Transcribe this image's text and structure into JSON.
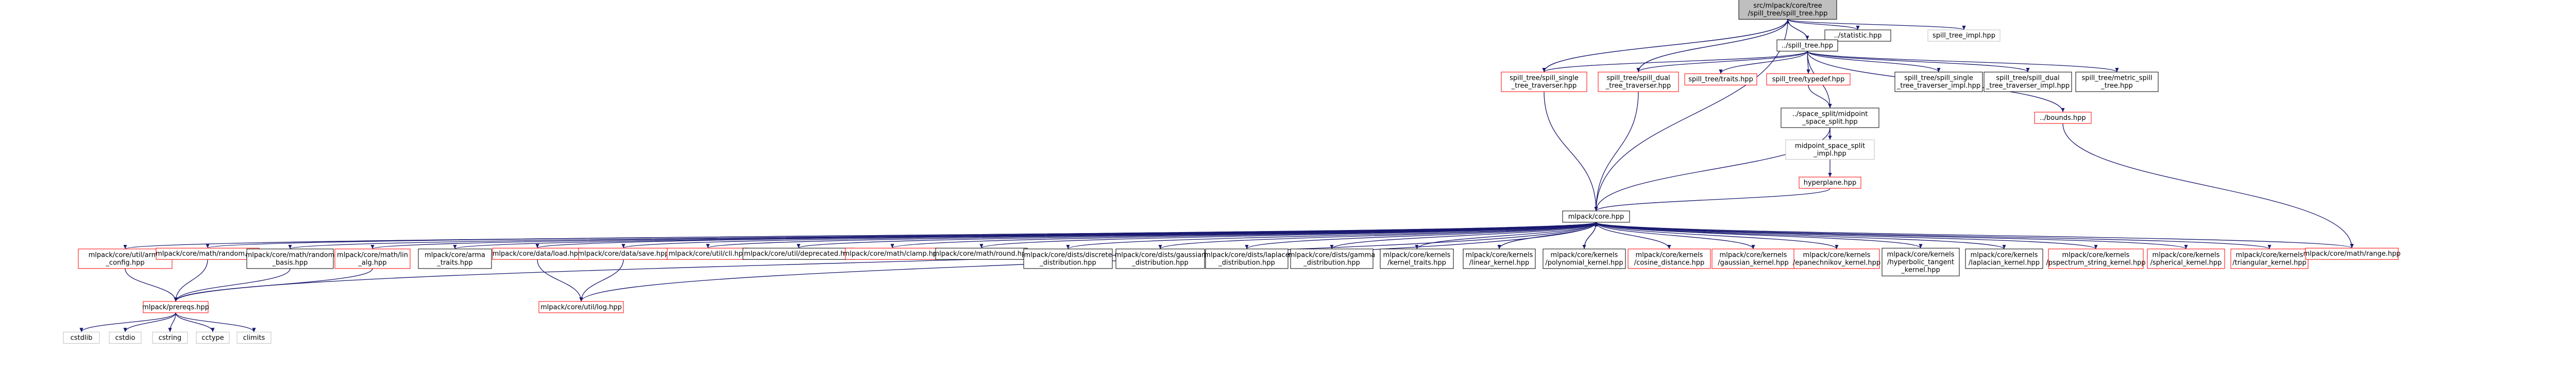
{
  "colors": {
    "edge": "#191970",
    "root_fill": "#bfbfbf",
    "doc_border": "#000000",
    "nodoc_border": "#ff0000",
    "system_border": "#bfbfbf",
    "node_fill": "#ffffff"
  },
  "nodes": [
    {
      "id": "root",
      "label": [
        "src/mlpack/core/tree",
        "/spill_tree/spill_tree.hpp"
      ],
      "kind": "root"
    },
    {
      "id": "statistic",
      "label": [
        "../statistic.hpp"
      ],
      "kind": "doc"
    },
    {
      "id": "spill_tree_impl",
      "label": [
        "spill_tree_impl.hpp"
      ],
      "kind": "system"
    },
    {
      "id": "spill_tree_hpp",
      "label": [
        "../spill_tree.hpp"
      ],
      "kind": "doc"
    },
    {
      "id": "single_trav",
      "label": [
        "spill_tree/spill_single",
        "_tree_traverser.hpp"
      ],
      "kind": "nodoc"
    },
    {
      "id": "dual_trav",
      "label": [
        "spill_tree/spill_dual",
        "_tree_traverser.hpp"
      ],
      "kind": "nodoc"
    },
    {
      "id": "traits",
      "label": [
        "spill_tree/traits.hpp"
      ],
      "kind": "nodoc"
    },
    {
      "id": "typedef",
      "label": [
        "spill_tree/typedef.hpp"
      ],
      "kind": "nodoc"
    },
    {
      "id": "single_trav_impl",
      "label": [
        "spill_tree/spill_single",
        "_tree_traverser_impl.hpp"
      ],
      "kind": "doc"
    },
    {
      "id": "dual_trav_impl",
      "label": [
        "spill_tree/spill_dual",
        "_tree_traverser_impl.hpp"
      ],
      "kind": "doc"
    },
    {
      "id": "metric_tree",
      "label": [
        "spill_tree/metric_spill",
        "_tree.hpp"
      ],
      "kind": "doc"
    },
    {
      "id": "midpoint",
      "label": [
        "../space_split/midpoint",
        "_space_split.hpp"
      ],
      "kind": "doc"
    },
    {
      "id": "bounds",
      "label": [
        "../bounds.hpp"
      ],
      "kind": "nodoc"
    },
    {
      "id": "midpoint_impl",
      "label": [
        "midpoint_space_split",
        "_impl.hpp"
      ],
      "kind": "system"
    },
    {
      "id": "hyperplane",
      "label": [
        "hyperplane.hpp"
      ],
      "kind": "nodoc"
    },
    {
      "id": "core",
      "label": [
        "mlpack/core.hpp"
      ],
      "kind": "doc"
    },
    {
      "id": "arma_conf",
      "label": [
        "mlpack/core/util/arma",
        "_config.hpp"
      ],
      "kind": "nodoc"
    },
    {
      "id": "random",
      "label": [
        "mlpack/core/math/random.hpp"
      ],
      "kind": "nodoc"
    },
    {
      "id": "random_basis",
      "label": [
        "mlpack/core/math/random",
        "_basis.hpp"
      ],
      "kind": "doc"
    },
    {
      "id": "lin_alg",
      "label": [
        "mlpack/core/math/lin",
        "_alg.hpp"
      ],
      "kind": "nodoc"
    },
    {
      "id": "arma_traits",
      "label": [
        "mlpack/core/arma",
        "_traits.hpp"
      ],
      "kind": "doc"
    },
    {
      "id": "load",
      "label": [
        "mlpack/core/data/load.hpp"
      ],
      "kind": "nodoc"
    },
    {
      "id": "save",
      "label": [
        "mlpack/core/data/save.hpp"
      ],
      "kind": "nodoc"
    },
    {
      "id": "cli",
      "label": [
        "mlpack/core/util/cli.hpp"
      ],
      "kind": "nodoc"
    },
    {
      "id": "deprecated",
      "label": [
        "mlpack/core/util/deprecated.hpp"
      ],
      "kind": "doc"
    },
    {
      "id": "clamp",
      "label": [
        "mlpack/core/math/clamp.hpp"
      ],
      "kind": "nodoc"
    },
    {
      "id": "round",
      "label": [
        "mlpack/core/math/round.hpp"
      ],
      "kind": "doc"
    },
    {
      "id": "discrete",
      "label": [
        "mlpack/core/dists/discrete",
        "_distribution.hpp"
      ],
      "kind": "doc"
    },
    {
      "id": "gaussian_d",
      "label": [
        "mlpack/core/dists/gaussian",
        "_distribution.hpp"
      ],
      "kind": "doc"
    },
    {
      "id": "laplace",
      "label": [
        "mlpack/core/dists/laplace",
        "_distribution.hpp"
      ],
      "kind": "doc"
    },
    {
      "id": "gamma",
      "label": [
        "mlpack/core/dists/gamma",
        "_distribution.hpp"
      ],
      "kind": "doc"
    },
    {
      "id": "kernel_traits",
      "label": [
        "mlpack/core/kernels",
        "/kernel_traits.hpp"
      ],
      "kind": "doc"
    },
    {
      "id": "linear",
      "label": [
        "mlpack/core/kernels",
        "/linear_kernel.hpp"
      ],
      "kind": "doc"
    },
    {
      "id": "polynomial",
      "label": [
        "mlpack/core/kernels",
        "/polynomial_kernel.hpp"
      ],
      "kind": "doc"
    },
    {
      "id": "cosine",
      "label": [
        "mlpack/core/kernels",
        "/cosine_distance.hpp"
      ],
      "kind": "nodoc"
    },
    {
      "id": "gaussian_k",
      "label": [
        "mlpack/core/kernels",
        "/gaussian_kernel.hpp"
      ],
      "kind": "nodoc"
    },
    {
      "id": "epan",
      "label": [
        "mlpack/core/kernels",
        "/epanechnikov_kernel.hpp"
      ],
      "kind": "nodoc"
    },
    {
      "id": "hyptan",
      "label": [
        "mlpack/core/kernels",
        "/hyperbolic_tangent",
        "_kernel.hpp"
      ],
      "kind": "doc"
    },
    {
      "id": "laplacian",
      "label": [
        "mlpack/core/kernels",
        "/laplacian_kernel.hpp"
      ],
      "kind": "doc"
    },
    {
      "id": "pspectrum",
      "label": [
        "mlpack/core/kernels",
        "/pspectrum_string_kernel.hpp"
      ],
      "kind": "nodoc"
    },
    {
      "id": "spherical",
      "label": [
        "mlpack/core/kernels",
        "/spherical_kernel.hpp"
      ],
      "kind": "nodoc"
    },
    {
      "id": "triangular",
      "label": [
        "mlpack/core/kernels",
        "/triangular_kernel.hpp"
      ],
      "kind": "nodoc"
    },
    {
      "id": "range",
      "label": [
        "mlpack/core/math/range.hpp"
      ],
      "kind": "nodoc"
    },
    {
      "id": "prereqs",
      "label": [
        "mlpack/prereqs.hpp"
      ],
      "kind": "nodoc"
    },
    {
      "id": "log",
      "label": [
        "mlpack/core/util/log.hpp"
      ],
      "kind": "nodoc"
    },
    {
      "id": "cstdlib",
      "label": [
        "cstdlib"
      ],
      "kind": "system"
    },
    {
      "id": "cstdio",
      "label": [
        "cstdio"
      ],
      "kind": "system"
    },
    {
      "id": "cstring",
      "label": [
        "cstring"
      ],
      "kind": "system"
    },
    {
      "id": "cctype",
      "label": [
        "cctype"
      ],
      "kind": "system"
    },
    {
      "id": "climits",
      "label": [
        "climits"
      ],
      "kind": "system"
    }
  ],
  "edges": [
    [
      "root",
      "statistic"
    ],
    [
      "root",
      "spill_tree_impl"
    ],
    [
      "root",
      "spill_tree_hpp"
    ],
    [
      "root",
      "single_trav"
    ],
    [
      "root",
      "dual_trav"
    ],
    [
      "root",
      "core"
    ],
    [
      "spill_tree_hpp",
      "root"
    ],
    [
      "spill_tree_hpp",
      "single_trav"
    ],
    [
      "spill_tree_hpp",
      "dual_trav"
    ],
    [
      "spill_tree_hpp",
      "traits"
    ],
    [
      "spill_tree_hpp",
      "typedef"
    ],
    [
      "spill_tree_hpp",
      "single_trav_impl"
    ],
    [
      "spill_tree_hpp",
      "dual_trav_impl"
    ],
    [
      "spill_tree_hpp",
      "metric_tree"
    ],
    [
      "spill_tree_hpp",
      "midpoint"
    ],
    [
      "spill_tree_hpp",
      "bounds"
    ],
    [
      "single_trav",
      "root"
    ],
    [
      "single_trav",
      "core"
    ],
    [
      "dual_trav",
      "root"
    ],
    [
      "dual_trav",
      "core"
    ],
    [
      "typedef",
      "midpoint"
    ],
    [
      "midpoint",
      "midpoint_impl"
    ],
    [
      "midpoint",
      "hyperplane"
    ],
    [
      "midpoint",
      "core"
    ],
    [
      "hyperplane",
      "core"
    ],
    [
      "bounds",
      "range"
    ],
    [
      "core",
      "arma_conf"
    ],
    [
      "core",
      "random"
    ],
    [
      "core",
      "random_basis"
    ],
    [
      "core",
      "lin_alg"
    ],
    [
      "core",
      "arma_traits"
    ],
    [
      "core",
      "load"
    ],
    [
      "core",
      "save"
    ],
    [
      "core",
      "cli"
    ],
    [
      "core",
      "deprecated"
    ],
    [
      "core",
      "clamp"
    ],
    [
      "core",
      "round"
    ],
    [
      "core",
      "discrete"
    ],
    [
      "core",
      "gaussian_d"
    ],
    [
      "core",
      "laplace"
    ],
    [
      "core",
      "gamma"
    ],
    [
      "core",
      "kernel_traits"
    ],
    [
      "core",
      "linear"
    ],
    [
      "core",
      "polynomial"
    ],
    [
      "core",
      "cosine"
    ],
    [
      "core",
      "gaussian_k"
    ],
    [
      "core",
      "epan"
    ],
    [
      "core",
      "hyptan"
    ],
    [
      "core",
      "laplacian"
    ],
    [
      "core",
      "pspectrum"
    ],
    [
      "core",
      "spherical"
    ],
    [
      "core",
      "triangular"
    ],
    [
      "core",
      "range"
    ],
    [
      "core",
      "prereqs"
    ],
    [
      "core",
      "log"
    ],
    [
      "linear",
      "core"
    ],
    [
      "polynomial",
      "core"
    ],
    [
      "arma_conf",
      "prereqs"
    ],
    [
      "random",
      "prereqs"
    ],
    [
      "random_basis",
      "prereqs"
    ],
    [
      "lin_alg",
      "prereqs"
    ],
    [
      "load",
      "log"
    ],
    [
      "save",
      "log"
    ],
    [
      "prereqs",
      "cstdlib"
    ],
    [
      "prereqs",
      "cstdio"
    ],
    [
      "prereqs",
      "cstring"
    ],
    [
      "prereqs",
      "cctype"
    ],
    [
      "prereqs",
      "climits"
    ]
  ]
}
